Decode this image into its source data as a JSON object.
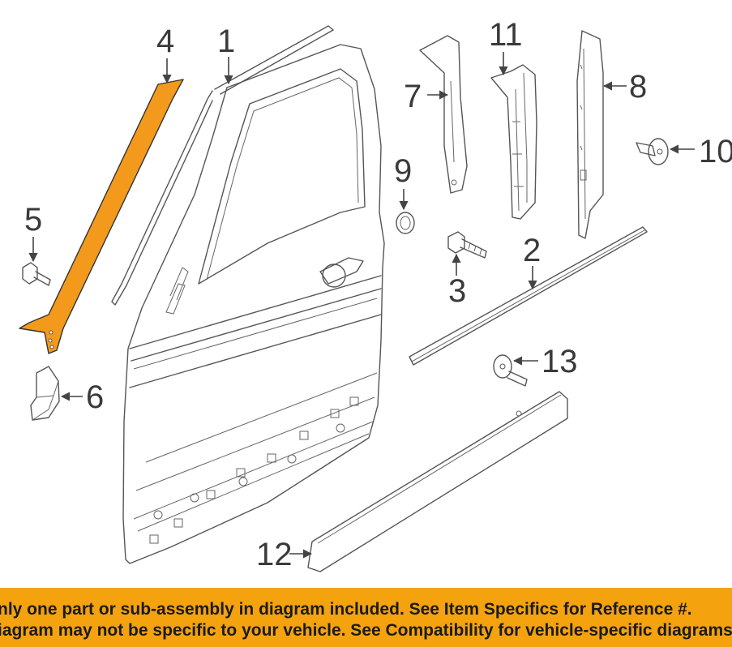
{
  "callouts": [
    "1",
    "2",
    "3",
    "4",
    "5",
    "6",
    "7",
    "8",
    "9",
    "10",
    "11",
    "12",
    "13"
  ],
  "highlight_color": "#f39a1c",
  "banner_color": "#f5a20f",
  "banner": {
    "line1": "nly one part or sub-assembly in diagram included. See Item Specifics for Reference #.",
    "line2": "iagram may not be specific to your vehicle. See Compatibility for vehicle-specific diagrams."
  }
}
